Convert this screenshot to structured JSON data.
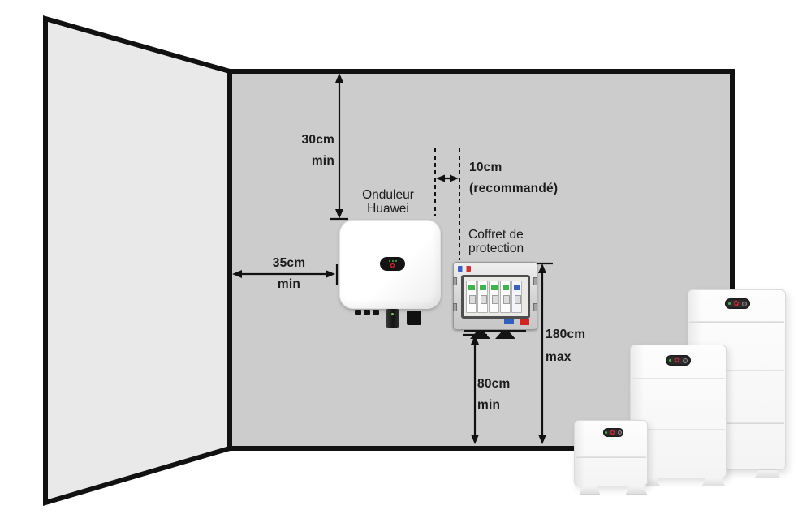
{
  "labels": {
    "clearance_top": {
      "value": "30cm",
      "qualifier": "min"
    },
    "clearance_left": {
      "value": "35cm",
      "qualifier": "min"
    },
    "gap_recommended": {
      "value": "10cm",
      "qualifier": "(recommandé)"
    },
    "height_max": {
      "value": "180cm",
      "qualifier": "max"
    },
    "height_min": {
      "value": "80cm",
      "qualifier": "min"
    }
  },
  "devices": {
    "inverter": {
      "label_line1": "Onduleur",
      "label_line2": "Huawei"
    },
    "protection_box": {
      "label_line1": "Coffret de",
      "label_line2": "protection"
    }
  },
  "icons": {
    "huawei_logo": "✿"
  },
  "colors": {
    "wall_front": "#cccccc",
    "wall_side": "#e9e9e9",
    "outline": "#111111",
    "huawei_red": "#e8232e",
    "led_green": "#49b54b"
  }
}
